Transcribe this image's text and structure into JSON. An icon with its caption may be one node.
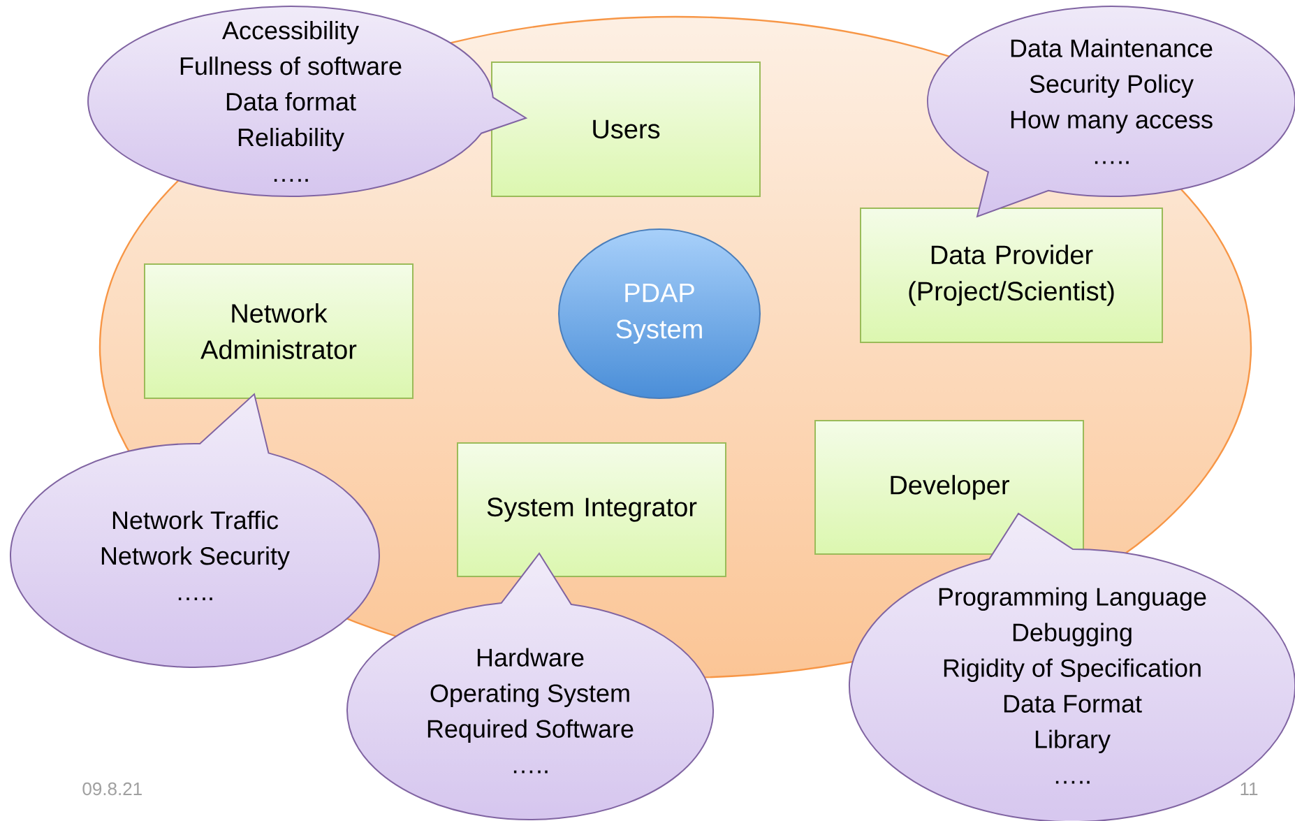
{
  "diagram": {
    "nodes": [
      {
        "text": [],
        "shape": "ellipse"
      },
      {
        "text": [
          "Accessibility",
          "Fullness of software",
          "Data format",
          "Reliability",
          "….."
        ]
      },
      {
        "text": [
          "Users"
        ],
        "in": 0
      },
      {
        "text": [
          "Data Maintenance",
          "Security Policy",
          "How many access",
          "….."
        ]
      },
      {
        "text": [
          "Data Provider (Project/Scientist)"
        ],
        "in": 0
      },
      {
        "text": [
          "Network Administrator"
        ],
        "in": 0
      },
      {
        "text": [
          "PDAP System"
        ],
        "in": 0
      },
      {
        "text": [
          "Network Traffic",
          "Network Security",
          "….."
        ]
      },
      {
        "text": [
          "System Integrator"
        ],
        "in": 0
      },
      {
        "text": [
          "Developer"
        ],
        "in": 0
      },
      {
        "text": [
          "Programming Language",
          "Debugging",
          "Rigidity of Specification",
          "Data Format",
          "Library",
          "….."
        ]
      },
      {
        "text": [
          "Hardware",
          "Operating System",
          "Required Software",
          "….."
        ]
      }
    ],
    "labels": [
      "09.8.21",
      "11"
    ]
  }
}
